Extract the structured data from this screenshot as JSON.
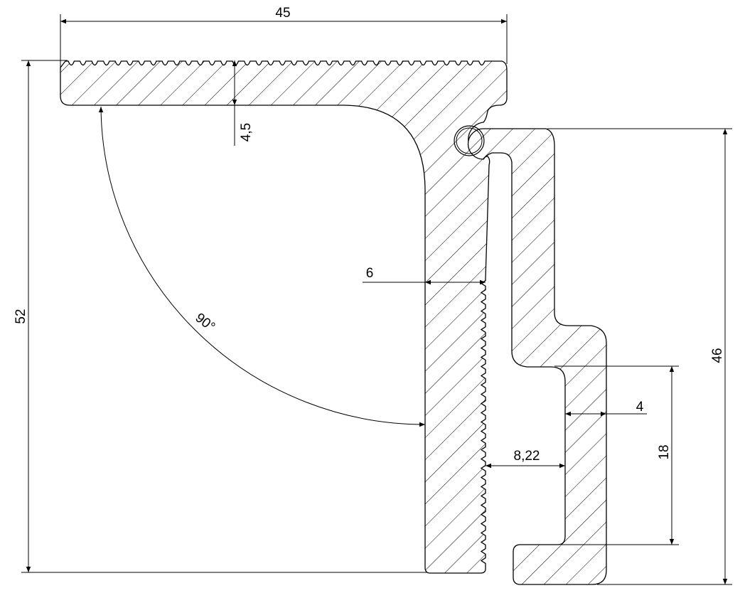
{
  "drawing": {
    "dimensions": {
      "width_top": "45",
      "height_left": "52",
      "height_right": "46",
      "inner_height": "18",
      "serration_depth": "4,5",
      "leg_thickness": "6",
      "angle": "90°",
      "wall_thickness": "4",
      "gap": "8,22"
    },
    "colors": {
      "line": "#000000",
      "background": "#ffffff"
    }
  }
}
